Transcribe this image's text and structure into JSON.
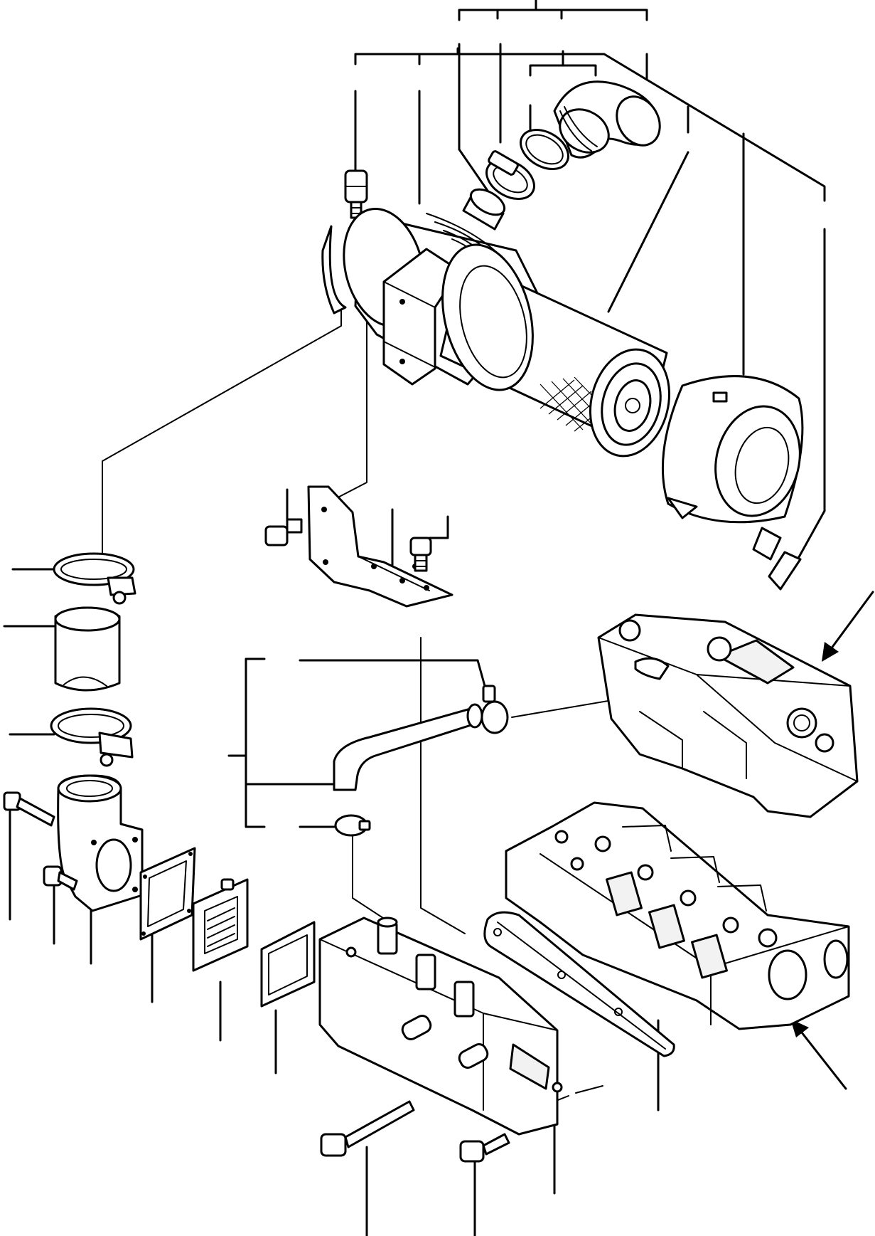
{
  "diagram": {
    "line_color": "#000000",
    "background": "#ffffff",
    "parts": [
      {
        "name": "outlet-elbow-hose",
        "icon": "elbow-hose-icon"
      },
      {
        "name": "outlet-hose-clamp",
        "icon": "hose-clamp-icon"
      },
      {
        "name": "outlet-sleeve",
        "icon": "sleeve-icon"
      },
      {
        "name": "hose-band",
        "icon": "band-icon"
      },
      {
        "name": "restriction-indicator",
        "icon": "indicator-icon"
      },
      {
        "name": "air-cleaner-body",
        "icon": "air-cleaner-body-icon"
      },
      {
        "name": "filter-element",
        "icon": "filter-element-icon"
      },
      {
        "name": "air-cleaner-cover",
        "icon": "cover-icon"
      },
      {
        "name": "dust-evacuator-valve",
        "icon": "valve-icon"
      },
      {
        "name": "mounting-bracket",
        "icon": "bracket-icon"
      },
      {
        "name": "bracket-bolt",
        "icon": "bolt-icon"
      },
      {
        "name": "inlet-hose-clamp",
        "icon": "hose-clamp-icon"
      },
      {
        "name": "intake-hose",
        "icon": "hose-icon"
      },
      {
        "name": "lower-hose-clamp",
        "icon": "hose-clamp-icon"
      },
      {
        "name": "intake-elbow",
        "icon": "elbow-flange-icon"
      },
      {
        "name": "elbow-gasket",
        "icon": "gasket-icon"
      },
      {
        "name": "intake-heater",
        "icon": "heater-icon"
      },
      {
        "name": "heater-gasket",
        "icon": "gasket-icon"
      },
      {
        "name": "breather-hose",
        "icon": "hose-icon"
      },
      {
        "name": "breather-clamp",
        "icon": "spring-clamp-icon"
      },
      {
        "name": "rocker-cover",
        "icon": "rocker-cover-icon"
      },
      {
        "name": "intake-manifold",
        "icon": "manifold-icon"
      },
      {
        "name": "manifold-gasket",
        "icon": "gasket-icon"
      },
      {
        "name": "cylinder-head",
        "icon": "cylinder-head-icon"
      },
      {
        "name": "long-flange-bolt",
        "icon": "bolt-icon"
      },
      {
        "name": "short-flange-bolt",
        "icon": "bolt-icon"
      }
    ]
  }
}
